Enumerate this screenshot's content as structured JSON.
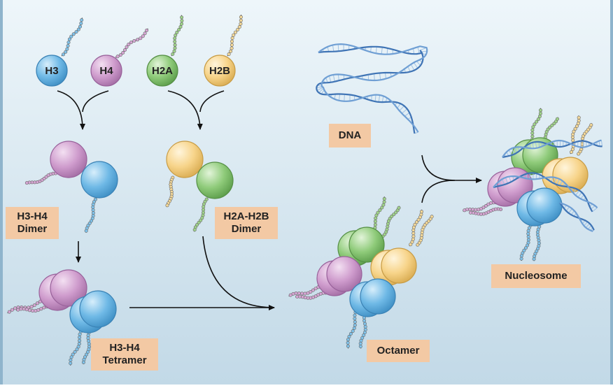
{
  "histones": {
    "h3": "H3",
    "h4": "H4",
    "h2a": "H2A",
    "h2b": "H2B"
  },
  "labels": {
    "dna": "DNA",
    "h3h4_dimer": [
      "H3-H4",
      "Dimer"
    ],
    "h2ah2b_dimer": [
      "H2A-H2B",
      "Dimer"
    ],
    "h3h4_tetramer": [
      "H3-H4",
      "Tetramer"
    ],
    "octamer": "Octamer",
    "nucleosome": "Nucleosome"
  },
  "colors": {
    "background_top": "#eaf3f8",
    "background_bottom": "#c3dbe8",
    "h3_blue": "#6fb9e6",
    "h4_pink": "#cf9ccd",
    "h2a_green": "#8fcb7a",
    "h2b_yellow": "#f7d48a",
    "label_bg": "#f3c9a4",
    "dna_blue": "#5b8fc8",
    "arrow": "#111111"
  }
}
